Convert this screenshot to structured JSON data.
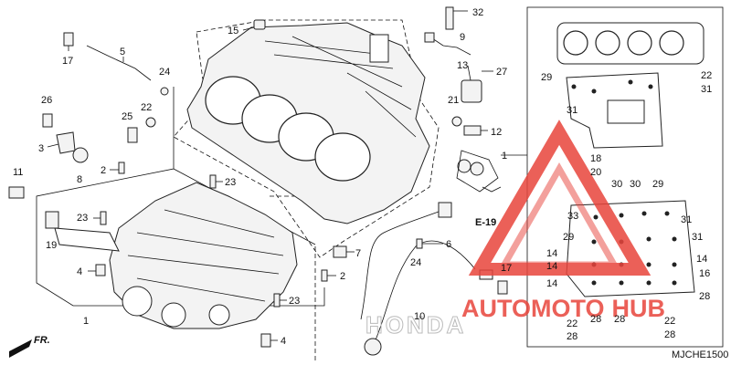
{
  "labels": {
    "l15": "15",
    "l32": "32",
    "l17a": "17",
    "l5": "5",
    "l9": "9",
    "l24a": "24",
    "l13": "13",
    "l27": "27",
    "l26": "26",
    "l25": "25",
    "l22a": "22",
    "l21": "21",
    "l3": "3",
    "l12": "12",
    "l8": "8",
    "l2a": "2",
    "l11": "11",
    "l23a": "23",
    "l23b": "23",
    "l19": "19",
    "l4a": "4",
    "l1a": "1",
    "l7": "7",
    "l2b": "2",
    "l23c": "23",
    "l24b": "24",
    "l6": "6",
    "l17b": "17",
    "l10": "10",
    "l4b": "4",
    "l1b": "1",
    "l29a": "29",
    "l31a": "31",
    "l22b": "22",
    "l31b": "31",
    "l18": "18",
    "l20": "20",
    "l30a": "30",
    "l30b": "30",
    "l29b": "29",
    "l33": "33",
    "l31c": "31",
    "l31d": "31",
    "l29c": "29",
    "l14a": "14",
    "l14b": "14",
    "l14c": "14",
    "l14d": "14",
    "l16": "16",
    "l28a": "28",
    "l22c": "22",
    "l28b": "28",
    "l28c": "28",
    "l28d": "28",
    "l22d": "22",
    "l28e": "28"
  },
  "callout": "E-19",
  "direction": "FR.",
  "diagram_code": "MJCHE1500",
  "brand_text": "HONDA",
  "watermark": {
    "word1": "AUTOMOTO",
    "word2": "HUB",
    "color": "#e8453c"
  }
}
